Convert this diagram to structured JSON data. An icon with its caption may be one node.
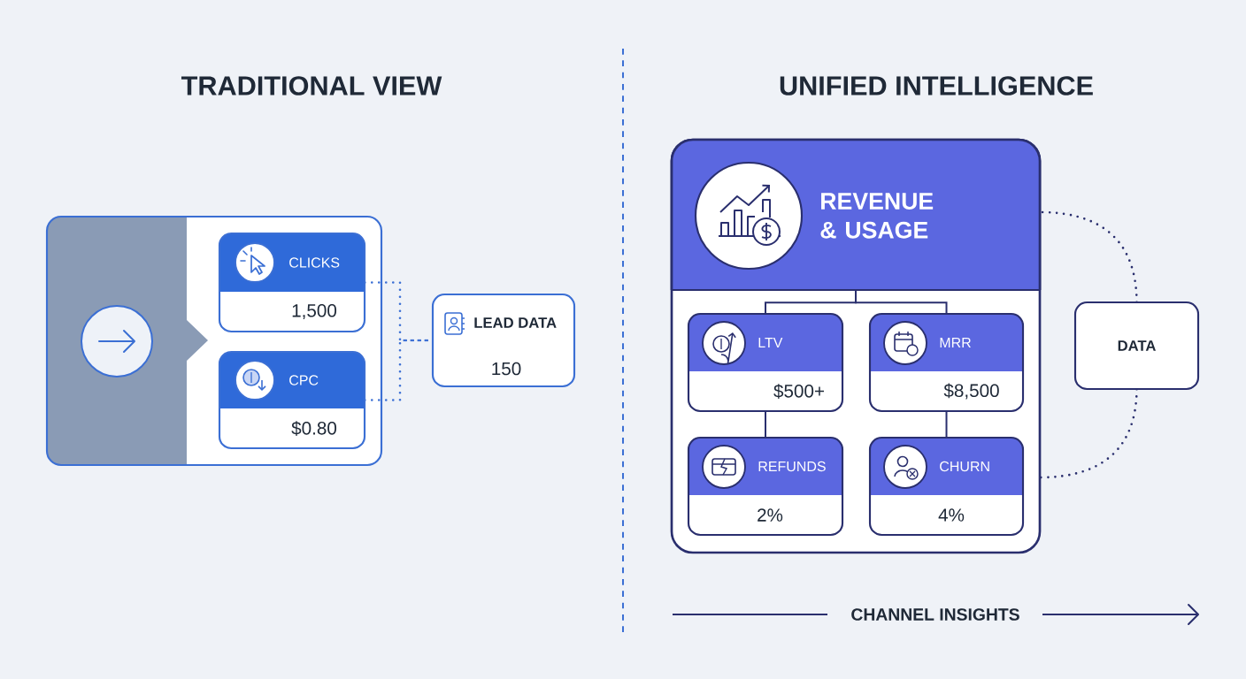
{
  "diagram": {
    "nodes": [
      {
        "text": [],
        "shape": "box"
      },
      {
        "text": [
          "CLICKS",
          "1,500"
        ],
        "in": 0
      },
      {
        "text": [
          "CPC",
          "$0.80"
        ],
        "in": 0
      },
      {
        "text": [
          "LEAD DATA",
          "150"
        ]
      },
      {
        "text": [],
        "shape": "box"
      },
      {
        "text": [
          "REVENUE & USAGE"
        ],
        "in": 4
      },
      {
        "text": [
          "LTV",
          "$500+"
        ],
        "in": 4
      },
      {
        "text": [
          "MRR",
          "$8,500"
        ],
        "in": 4
      },
      {
        "text": [
          "REFUNDS",
          "2%"
        ],
        "in": 4
      },
      {
        "text": [
          "CHURN",
          "4%"
        ],
        "in": 4
      },
      {
        "text": [
          "DATA"
        ]
      }
    ],
    "edges": [
      {
        "from": 1,
        "to": 3,
        "arrow": "none",
        "style": "dashed",
        "color": "#3b6fd4"
      },
      {
        "from": 2,
        "to": 3,
        "arrow": "none",
        "style": "dashed",
        "color": "#3b6fd4"
      },
      {
        "from": 5,
        "to": 6,
        "arrow": "none"
      },
      {
        "from": 5,
        "to": 7,
        "arrow": "none"
      },
      {
        "from": 6,
        "to": 8,
        "arrow": "none"
      },
      {
        "from": 7,
        "to": 9,
        "arrow": "none"
      },
      {
        "from": 10,
        "to": 4,
        "arrow": "none",
        "style": "dashed"
      },
      {
        "from": 10,
        "to": 4,
        "arrow": "none",
        "style": "dashed"
      }
    ],
    "labels": [
      "TRADITIONAL VIEW",
      "UNIFIED INTELLIGENCE",
      "CHANNEL INSIGHTS"
    ]
  }
}
